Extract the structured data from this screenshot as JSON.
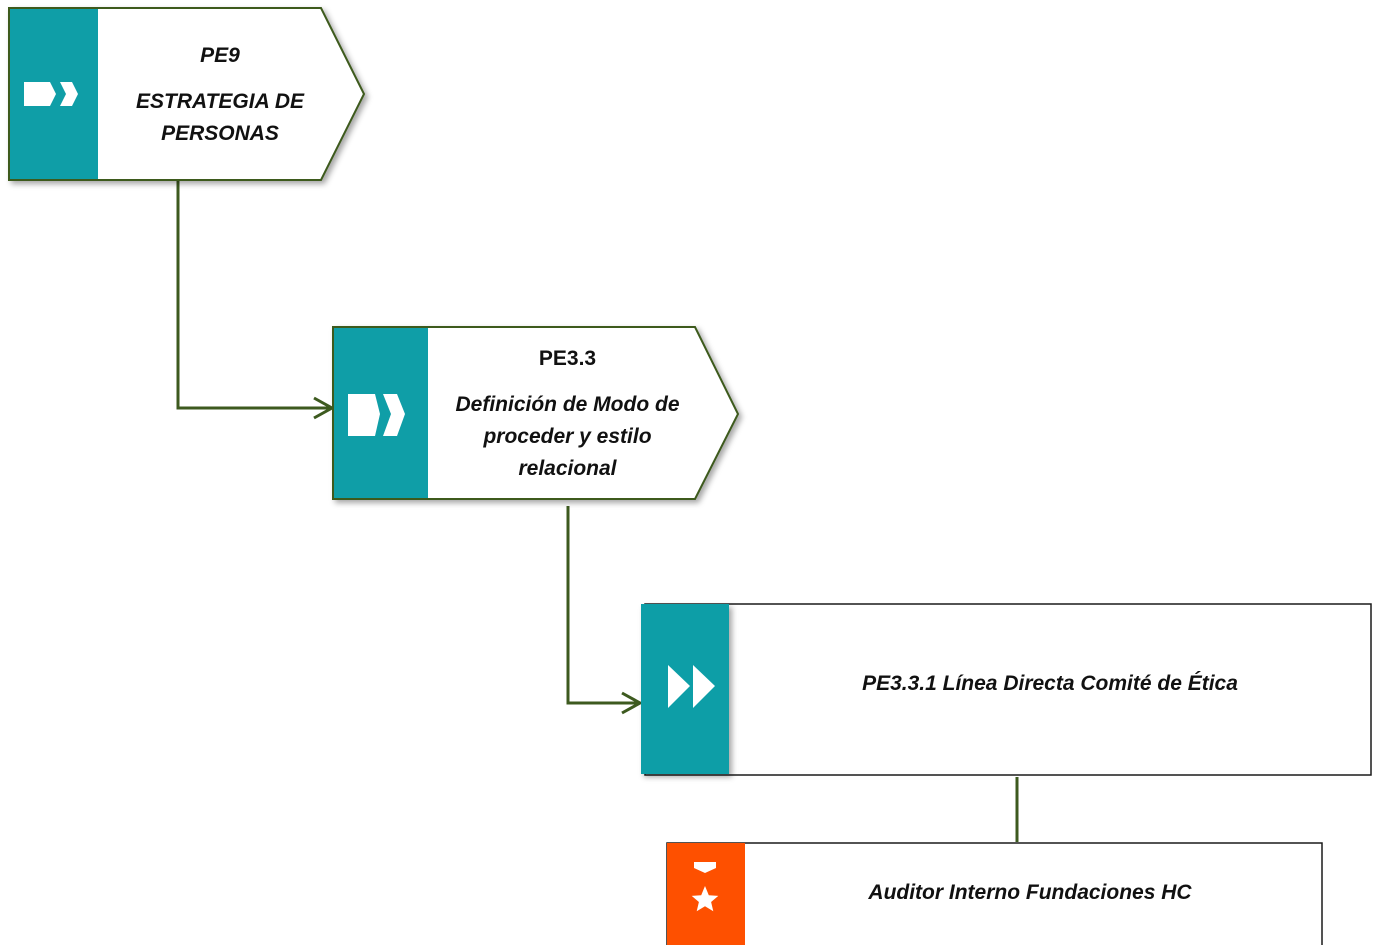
{
  "colors": {
    "process_accent": "#0f9ea7",
    "role_accent": "#fe5000",
    "border": "#3d5a1f",
    "connector": "#3d5a1f",
    "text": "#111111"
  },
  "nodes": {
    "pe9": {
      "code": "PE9",
      "title": "ESTRATEGIA DE PERSONAS",
      "icon": "process-chevron-icon"
    },
    "pe33": {
      "code": "PE3.3",
      "title": "Definición de Modo de proceder y estilo relacional",
      "icon": "process-chevron-icon"
    },
    "pe331": {
      "title": "PE3.3.1 Línea Directa Comité de Ética",
      "icon": "process-chevron-icon"
    },
    "auditor": {
      "title": "Auditor Interno Fundaciones HC",
      "icon": "role-star-icon"
    }
  }
}
